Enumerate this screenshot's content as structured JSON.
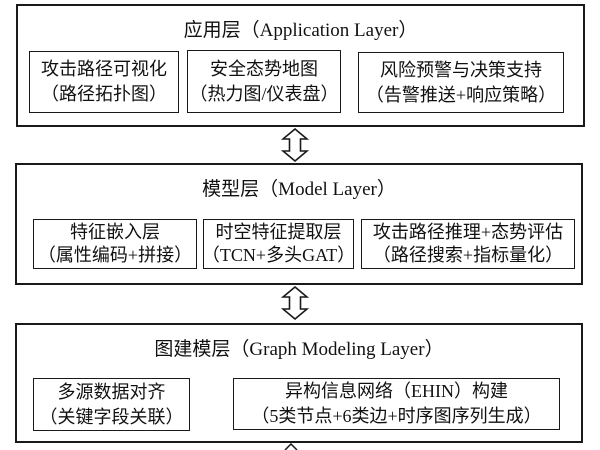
{
  "colors": {
    "border": "#1a1a1a",
    "background": "#ffffff",
    "text": "#111111"
  },
  "layers": [
    {
      "id": "application-layer",
      "title": "应用层（Application Layer）",
      "boxes": [
        {
          "line1": "攻击路径可视化",
          "line2": "（路径拓扑图）"
        },
        {
          "line1": "安全态势地图",
          "line2": "（热力图/仪表盘）"
        },
        {
          "line1": "风险预警与决策支持",
          "line2": "（告警推送+响应策略）"
        }
      ]
    },
    {
      "id": "model-layer",
      "title": "模型层（Model Layer）",
      "boxes": [
        {
          "line1": "特征嵌入层",
          "line2": "（属性编码+拼接）"
        },
        {
          "line1": "时空特征提取层",
          "line2": "（TCN+多头GAT）"
        },
        {
          "line1": "攻击路径推理+态势评估",
          "line2": "（路径搜索+指标量化）"
        }
      ]
    },
    {
      "id": "graph-modeling-layer",
      "title": "图建模层（Graph Modeling Layer）",
      "boxes": [
        {
          "line1": "多源数据对齐",
          "line2": "（关键字段关联）"
        },
        {
          "line1": "异构信息网络（EHIN）构建",
          "line2": "（5类节点+6类边+时序图序列生成）"
        }
      ]
    }
  ],
  "connectors": [
    {
      "type": "double-vertical-arrow"
    },
    {
      "type": "double-vertical-arrow"
    },
    {
      "type": "partial-arrow-tip"
    }
  ]
}
